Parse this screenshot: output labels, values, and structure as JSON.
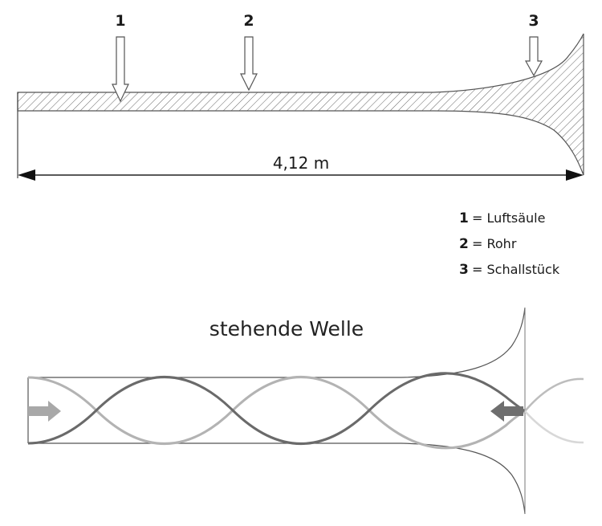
{
  "top_diagram": {
    "markers": [
      {
        "number": "1"
      },
      {
        "number": "2"
      },
      {
        "number": "3"
      }
    ],
    "length_label": "4,12 m"
  },
  "legend": [
    {
      "number": "1",
      "text": "= Luftsäule"
    },
    {
      "number": "2",
      "text": "= Rohr"
    },
    {
      "number": "3",
      "text": "= Schallstück"
    }
  ],
  "bottom_diagram": {
    "title": "stehende Welle"
  },
  "colors": {
    "outline": "#555555",
    "wave_dark": "#6a6a6a",
    "wave_light": "#b3b3b3",
    "arrow_left_fill": "#a8a8a8",
    "arrow_right_fill": "#6e6e6e"
  }
}
